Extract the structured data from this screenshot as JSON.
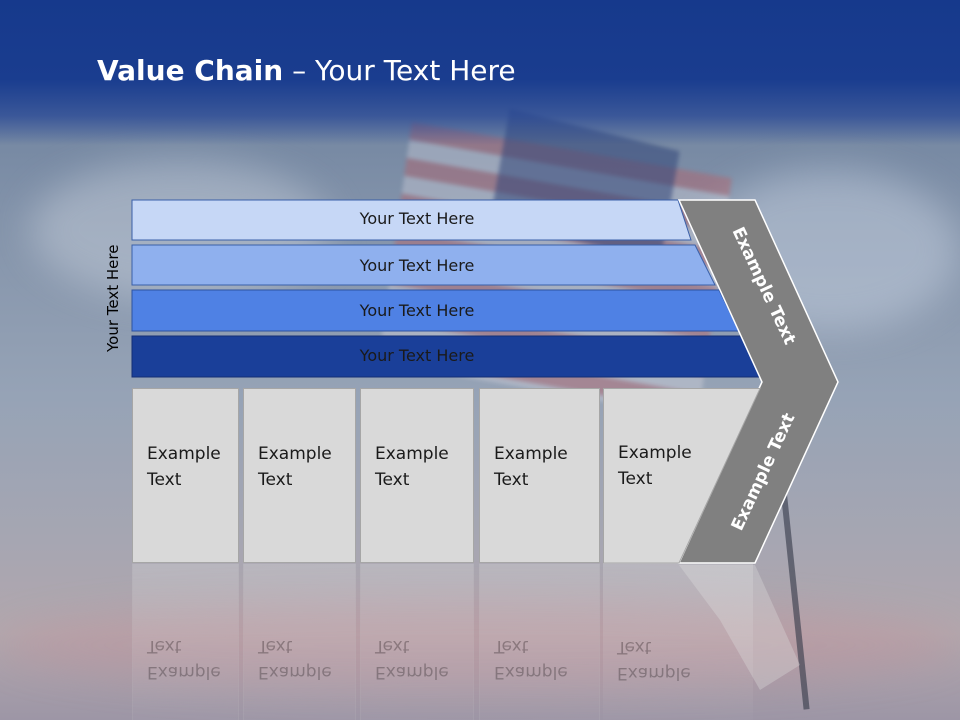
{
  "slide": {
    "title_bold": "Value Chain",
    "title_rest": " – Your Text Here",
    "vertical_label": "Your Text Here"
  },
  "bars": [
    {
      "label": "Your Text Here",
      "fill": "#c6d7f6"
    },
    {
      "label": "Your Text Here",
      "fill": "#8fb0ee"
    },
    {
      "label": "Your Text Here",
      "fill": "#4f81e4"
    },
    {
      "label": "Your Text Here",
      "fill": "#1a3f99"
    }
  ],
  "boxes": [
    {
      "line1": "Example",
      "line2": "Text"
    },
    {
      "line1": "Example",
      "line2": "Text"
    },
    {
      "line1": "Example",
      "line2": "Text"
    },
    {
      "line1": "Example",
      "line2": "Text"
    },
    {
      "line1": "Example",
      "line2": "Text"
    }
  ],
  "chevron": {
    "upper_label": "Example Text",
    "lower_label": "Example Text",
    "fill": "#808080"
  },
  "colors": {
    "header": "#16398c",
    "box_fill": "#d9d9d9"
  }
}
